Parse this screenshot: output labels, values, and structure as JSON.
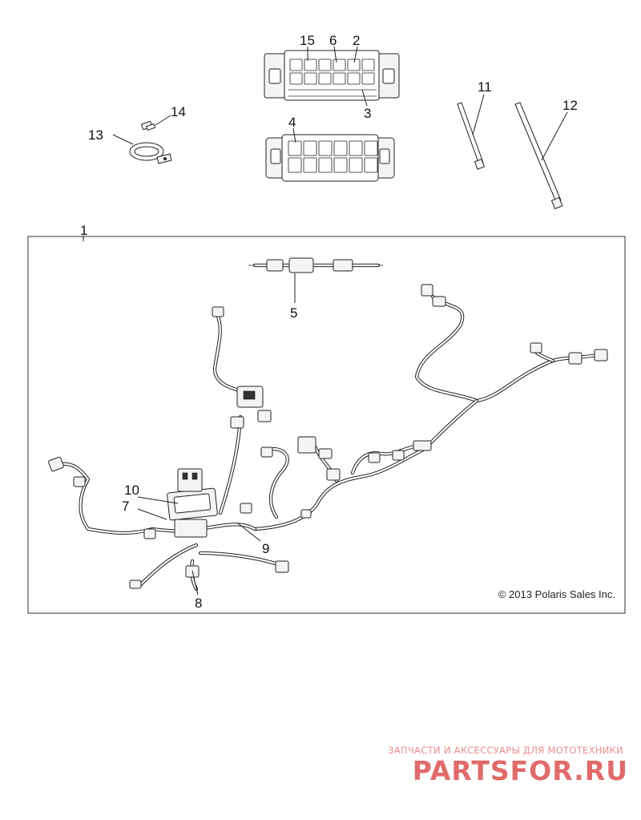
{
  "callouts": {
    "c1": "1",
    "c2": "2",
    "c3": "3",
    "c4": "4",
    "c5": "5",
    "c6": "6",
    "c7": "7",
    "c8": "8",
    "c9": "9",
    "c10": "10",
    "c11": "11",
    "c12": "12",
    "c13": "13",
    "c14": "14",
    "c15": "15"
  },
  "copyright": "© 2013 Polaris Sales Inc.",
  "watermark": {
    "tagline": "ЗАПЧАСТИ И АКСЕССУАРЫ ДЛЯ МОТОТЕХНИКИ",
    "brand": "PARTSFOR.RU"
  },
  "colors": {
    "line": "#222222",
    "watermark": "#e06b6b"
  }
}
